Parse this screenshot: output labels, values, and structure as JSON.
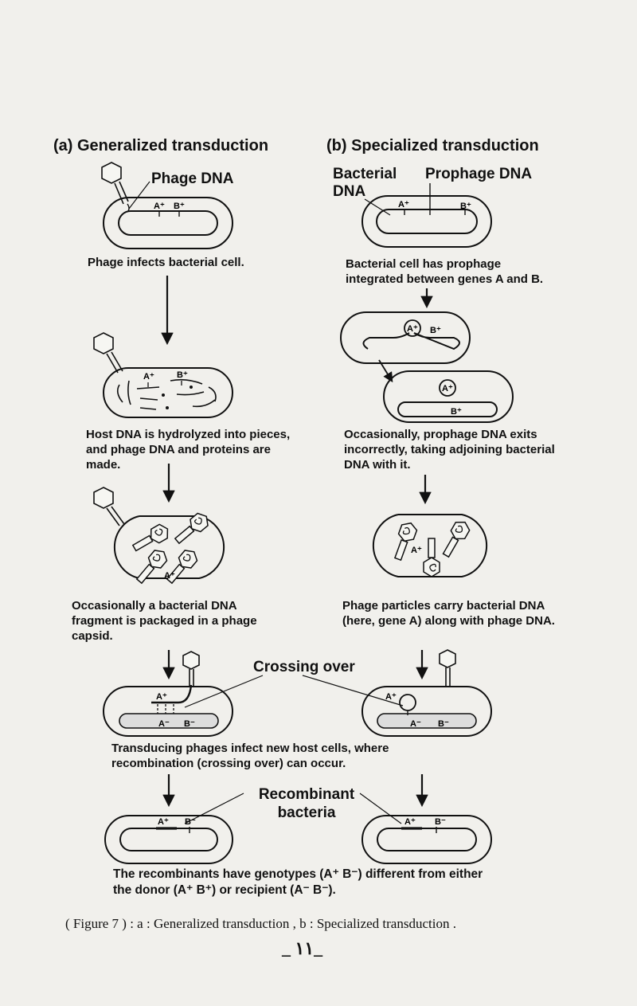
{
  "panel_a": {
    "title": "(a) Generalized transduction",
    "phage_dna_label": "Phage DNA",
    "step1": "Phage infects bacterial cell.",
    "step2": "Host DNA is hydrolyzed into pieces, and phage DNA and proteins are made.",
    "step3": "Occasionally a bacterial DNA fragment is packaged in a phage capsid."
  },
  "panel_b": {
    "title": "(b) Specialized transduction",
    "bacterial_dna_label": "Bacterial DNA",
    "prophage_label": "Prophage DNA",
    "step1": "Bacterial cell has prophage integrated between genes A and B.",
    "step2": "Occasionally, prophage DNA exits incorrectly, taking adjoining bacterial DNA with it.",
    "step3": "Phage particles carry bacterial DNA (here, gene A) along with phage DNA."
  },
  "shared": {
    "crossing_over_label": "Crossing over",
    "transduce_text": "Transducing phages infect new host cells, where recombination (crossing over) can occur.",
    "recombinant_label": "Recombinant bacteria",
    "result_text": "The recombinants have genotypes (A⁺ B⁻) different from either the donor (A⁺ B⁺) or recipient (A⁻ B⁻)."
  },
  "gene_labels": {
    "a_plus": "A⁺",
    "b_plus": "B⁺",
    "a_minus": "A⁻",
    "b_minus": "B⁻"
  },
  "figure_caption": "( Figure 7 ) : a : Generalized transduction , b : Specialized transduction .",
  "page_number": "_ ۱۱_"
}
